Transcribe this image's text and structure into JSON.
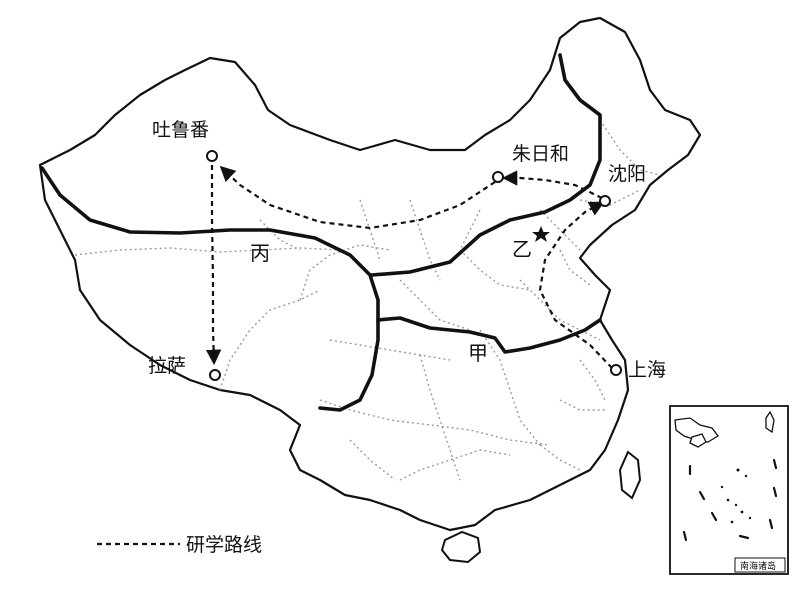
{
  "cities": {
    "tulufan": "吐鲁番",
    "zhurihe": "朱日和",
    "shenyang": "沈阳",
    "lasa": "拉萨",
    "shanghai": "上海"
  },
  "regions": {
    "jia": "甲",
    "yi": "乙",
    "bing": "丙"
  },
  "legend": {
    "route_label": "研学路线"
  },
  "inset": {
    "label": "南海诸岛"
  },
  "colors": {
    "outline": "#111111",
    "province_border": "#9a9a9a",
    "line": "#111111"
  }
}
